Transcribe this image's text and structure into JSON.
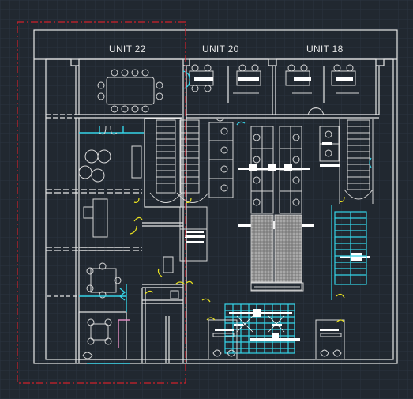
{
  "units": [
    {
      "label": "UNIT 22"
    },
    {
      "label": "UNIT 20"
    },
    {
      "label": "UNIT 18"
    }
  ],
  "colors": {
    "background": "#212830",
    "grid": "#2b3440",
    "wall": "#e8e8e8",
    "furniture": "#d8d8d8",
    "cyan": "#35d4e8",
    "yellow": "#e8e020",
    "red_selection": "#d0202a",
    "pink": "#e890c8"
  }
}
